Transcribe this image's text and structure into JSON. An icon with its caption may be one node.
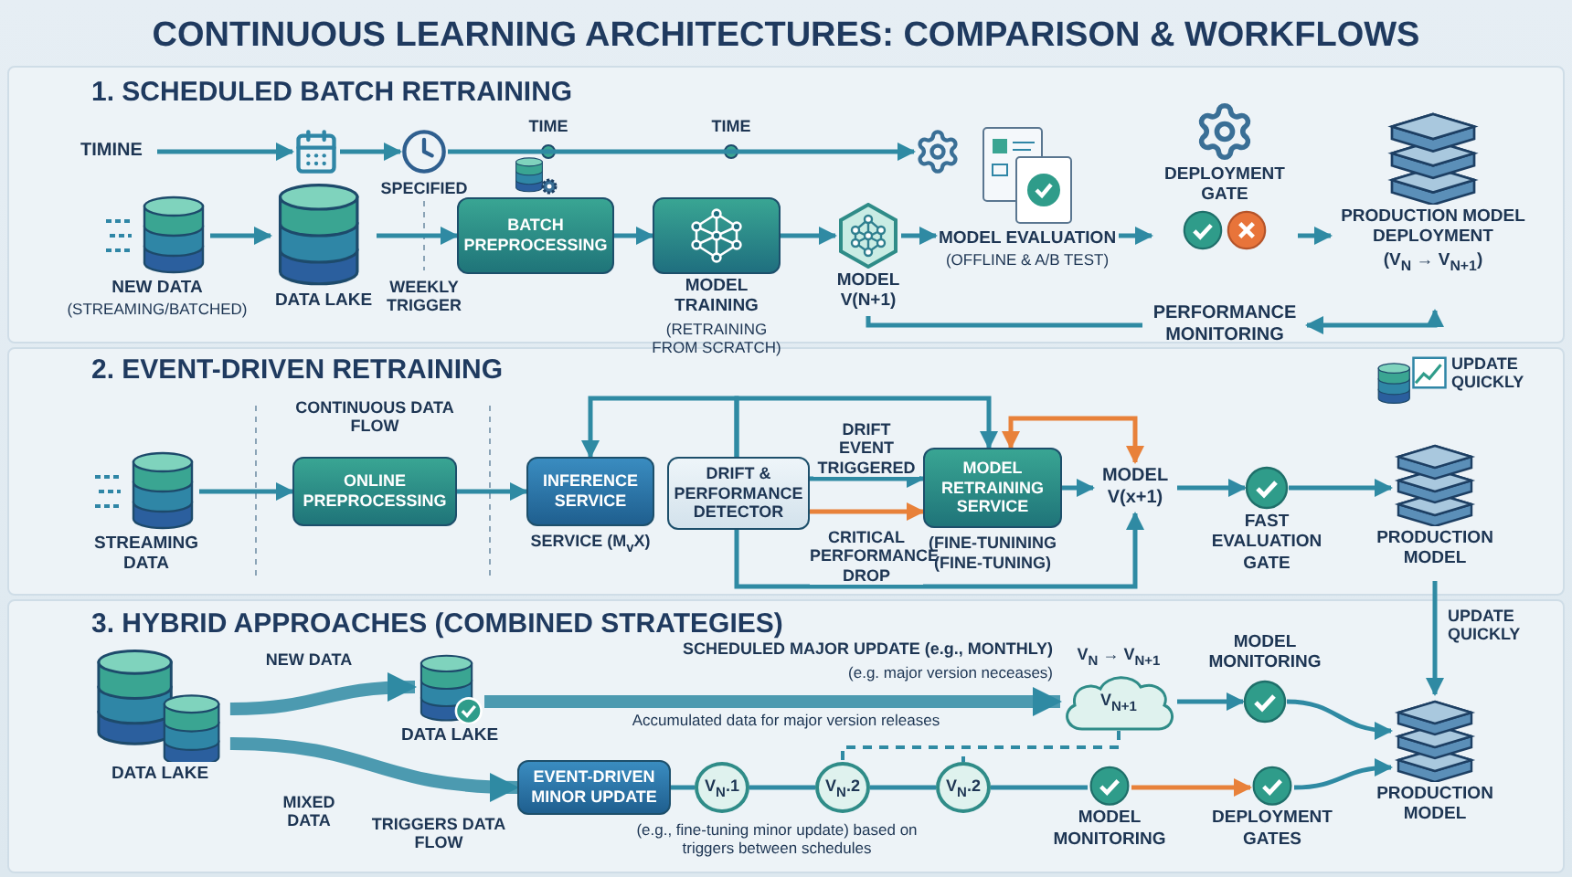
{
  "diagram": {
    "title": "CONTINUOUS LEARNING ARCHITECTURES: COMPARISON & WORKFLOWS",
    "nodes": [
      {
        "text": [
          "TIMINE"
        ]
      },
      {
        "text": [],
        "shape": "picture"
      },
      {
        "text": [],
        "shape": "picture"
      },
      {
        "text": [],
        "shape": "picture"
      },
      {
        "text": [
          "NEW DATA",
          "(STREAMING/BATCHED)"
        ]
      },
      {
        "text": [
          "DATA LAKE"
        ]
      },
      {
        "text": [
          "BATCH PREPROCESSING"
        ]
      },
      {
        "text": [
          "MODEL TRAINING",
          "(RETRAINING FROM SCRATCH)"
        ]
      },
      {
        "text": [
          "MODEL V(N+1)"
        ]
      },
      {
        "text": [
          "MODEL EVALUATION",
          "(OFFLINE & A/B TEST)"
        ]
      },
      {
        "text": [
          "DEPLOYMENT GATE"
        ]
      },
      {
        "text": [
          "PRODUCTION MODEL DEPLOYMENT",
          "(V$_{N}$ → V$_{N+1}$)"
        ]
      },
      {
        "text": [
          "PERFORMANCE MONITORING"
        ]
      },
      {
        "text": [
          "STREAMING DATA"
        ]
      },
      {
        "text": [
          "ONLINE PREPROCESSING"
        ]
      },
      {
        "text": [
          "INFERENCE SERVICE"
        ],
        "beside": [
          "SERVICE (M$_{v}$X)"
        ]
      },
      {
        "text": [
          "DRIFT & PERFORMANCE DETECTOR"
        ]
      },
      {
        "text": [
          "MODEL RETRAINING SERVICE"
        ],
        "beside": [
          "(FINE-TUNINING (FINE-TUNING)"
        ]
      },
      {
        "text": [
          "MODEL V(x+1)"
        ]
      },
      {
        "text": [
          "FAST EVALUATION GATE"
        ]
      },
      {
        "text": [
          "PRODUCTION MODEL"
        ]
      },
      {
        "text": [
          "DATA LAKE"
        ]
      },
      {
        "text": [
          "DATA LAKE"
        ]
      },
      {
        "text": [
          "EVENT-DRIVEN MINOR UPDATE"
        ]
      },
      {
        "text": [
          "V$_{N+1}$"
        ],
        "beside": [
          "V$_{N}$ → V$_{N+1}$"
        ]
      },
      {
        "text": [
          "MODEL MONITORING"
        ]
      },
      {
        "text": [
          "V$_{N}$.1"
        ]
      },
      {
        "text": [
          "V$_{N}$.2"
        ]
      },
      {
        "text": [
          "V$_{N}$.2"
        ]
      },
      {
        "text": [
          "MODEL MONITORING"
        ]
      },
      {
        "text": [
          "DEPLOYMENT GATES"
        ]
      },
      {
        "text": [
          "PRODUCTION MODEL"
        ]
      }
    ],
    "edges": [
      {
        "from": 0,
        "to": 1,
        "arrow": "to"
      },
      {
        "from": 1,
        "to": 2,
        "arrow": "to"
      },
      {
        "from": 2,
        "to": 3,
        "arrow": "to"
      },
      {
        "from": 4,
        "to": 5,
        "arrow": "to"
      },
      {
        "from": 5,
        "to": 6,
        "arrow": "to"
      },
      {
        "from": 6,
        "to": 7,
        "arrow": "to"
      },
      {
        "from": 7,
        "to": 8,
        "arrow": "to"
      },
      {
        "from": 8,
        "to": 9,
        "arrow": "to"
      },
      {
        "from": 9,
        "to": 10,
        "arrow": "to"
      },
      {
        "from": 10,
        "to": 11,
        "arrow": "to"
      },
      {
        "from": 8,
        "to": 12,
        "arrow": "none"
      },
      {
        "from": 12,
        "to": 11,
        "arrow": "both"
      },
      {
        "from": 13,
        "to": 14,
        "arrow": "to"
      },
      {
        "from": 14,
        "to": 15,
        "arrow": "to"
      },
      {
        "from": 16,
        "to": 17,
        "arrow": "to",
        "label": "DRIFT EVENT TRIGGERED"
      },
      {
        "from": 16,
        "to": 17,
        "arrow": "to",
        "label": "CRITICAL PERFORMANCE DROP",
        "color": "#e8813a"
      },
      {
        "from": 16,
        "to": 15,
        "arrow": "to"
      },
      {
        "from": 16,
        "to": 17,
        "arrow": "to"
      },
      {
        "from": 17,
        "to": 18,
        "arrow": "both",
        "color": "#e8813a"
      },
      {
        "from": 16,
        "to": 18,
        "arrow": "to"
      },
      {
        "from": 17,
        "to": 18,
        "arrow": "to"
      },
      {
        "from": 18,
        "to": 19,
        "arrow": "to"
      },
      {
        "from": 19,
        "to": 20,
        "arrow": "to"
      },
      {
        "from": 20,
        "to": 31,
        "arrow": "to",
        "label": "UPDATE QUICKLY"
      },
      {
        "from": 21,
        "to": 22,
        "arrow": "to",
        "label": "NEW DATA",
        "style": "thick"
      },
      {
        "from": 21,
        "to": 23,
        "arrow": "to",
        "label": "MIXED DATA",
        "style": "thick"
      },
      {
        "from": 22,
        "to": 24,
        "arrow": "to",
        "label": "SCHEDULED MAJOR UPDATE (e.g., MONTHLY)",
        "style": "thick"
      },
      {
        "from": 24,
        "to": 25,
        "arrow": "to"
      },
      {
        "from": 25,
        "to": 31,
        "arrow": "to"
      },
      {
        "from": 23,
        "to": 26,
        "arrow": "none"
      },
      {
        "from": 26,
        "to": 27,
        "arrow": "none"
      },
      {
        "from": 27,
        "to": 28,
        "arrow": "none"
      },
      {
        "from": 28,
        "to": 29,
        "arrow": "none"
      },
      {
        "from": 29,
        "to": 30,
        "arrow": "to",
        "color": "#e8813a"
      },
      {
        "from": 30,
        "to": 31,
        "arrow": "to"
      },
      {
        "from": 24,
        "to": 27,
        "arrow": "none",
        "style": "dashed"
      },
      {
        "from": 24,
        "to": 28,
        "arrow": "none",
        "style": "dashed"
      }
    ],
    "labels": [
      "1. SCHEDULED BATCH RETRAINING",
      "TIME",
      "TIME",
      "SPECIFIED",
      "WEEKLY TRIGGER",
      "2. EVENT-DRIVEN RETRAINING",
      "CONTINUOUS DATA FLOW",
      "UPDATE QUICKLY",
      "3. HYBRID APPROACHES (COMBINED STRATEGIES)",
      "(e.g. major version neceases)",
      "Accumulated data for major version releases",
      "TRIGGERS DATA FLOW",
      "(e.g., fine-tuning minor update) based on triggers between schedules"
    ]
  }
}
